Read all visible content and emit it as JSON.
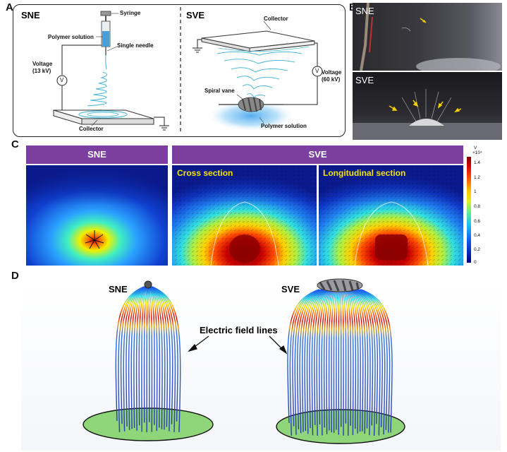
{
  "panel_a": {
    "letter": "A",
    "sne": {
      "title": "SNE",
      "syringe": "Syringe",
      "polymer_solution": "Polymer solution",
      "single_needle": "Single needle",
      "voltage_label": "Voltage",
      "voltage_value": "(13 kV)",
      "voltmeter": "V",
      "collector": "Collector"
    },
    "sve": {
      "title": "SVE",
      "collector": "Collector",
      "voltage_label": "Voltage",
      "voltage_value": "(60 kV)",
      "voltmeter": "V",
      "spiral_vane": "Spiral vane",
      "polymer_solution": "Polymer solution"
    }
  },
  "panel_b": {
    "letter": "B",
    "top_label": "SNE",
    "bottom_label": "SVE"
  },
  "panel_c": {
    "letter": "C",
    "sne_header": "SNE",
    "sve_header": "SVE",
    "cross_section": "Cross section",
    "longitudinal_section": "Longitudinal section",
    "colorbar_unit": "V",
    "colorbar_exp": "×10⁴",
    "colorbar_ticks": [
      "1.4",
      "1.2",
      "1",
      "0.8",
      "0.6",
      "0.4",
      "0.2",
      "0"
    ]
  },
  "panel_d": {
    "letter": "D",
    "sne_label": "SNE",
    "sve_label": "SVE",
    "field_lines_label": "Electric field lines"
  },
  "colors": {
    "header_purple": "#7b3fa0",
    "field_line_blue": "#2b3aa8",
    "collector_green": "#8fd67a",
    "section_yellow": "#f5e400",
    "fiber_cyan": "#4fb8d8"
  }
}
